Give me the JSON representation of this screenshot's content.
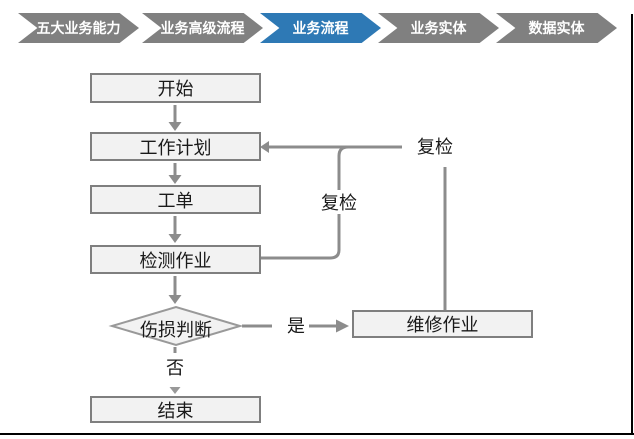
{
  "nav": {
    "items": [
      {
        "label": "五大业务能力",
        "active": false
      },
      {
        "label": "业务高级流程",
        "active": false
      },
      {
        "label": "业务流程",
        "active": true
      },
      {
        "label": "业务实体",
        "active": false
      },
      {
        "label": "数据实体",
        "active": false
      }
    ]
  },
  "flowchart": {
    "nodes": {
      "start": "开始",
      "plan": "工作计划",
      "order": "工单",
      "inspect": "检测作业",
      "decision": "伤损判断",
      "repair": "维修作业",
      "end": "结束"
    },
    "edge_labels": {
      "recheck_inner": "复检",
      "recheck_outer": "复检",
      "yes": "是",
      "no": "否"
    }
  },
  "colors": {
    "accent": "#2E79B5",
    "chevron-gray": "#808080",
    "line-gray": "#8C8C8C",
    "node-fill": "#F2F2F2",
    "node-border": "#7F7F7F",
    "text": "#1A1A1A"
  }
}
